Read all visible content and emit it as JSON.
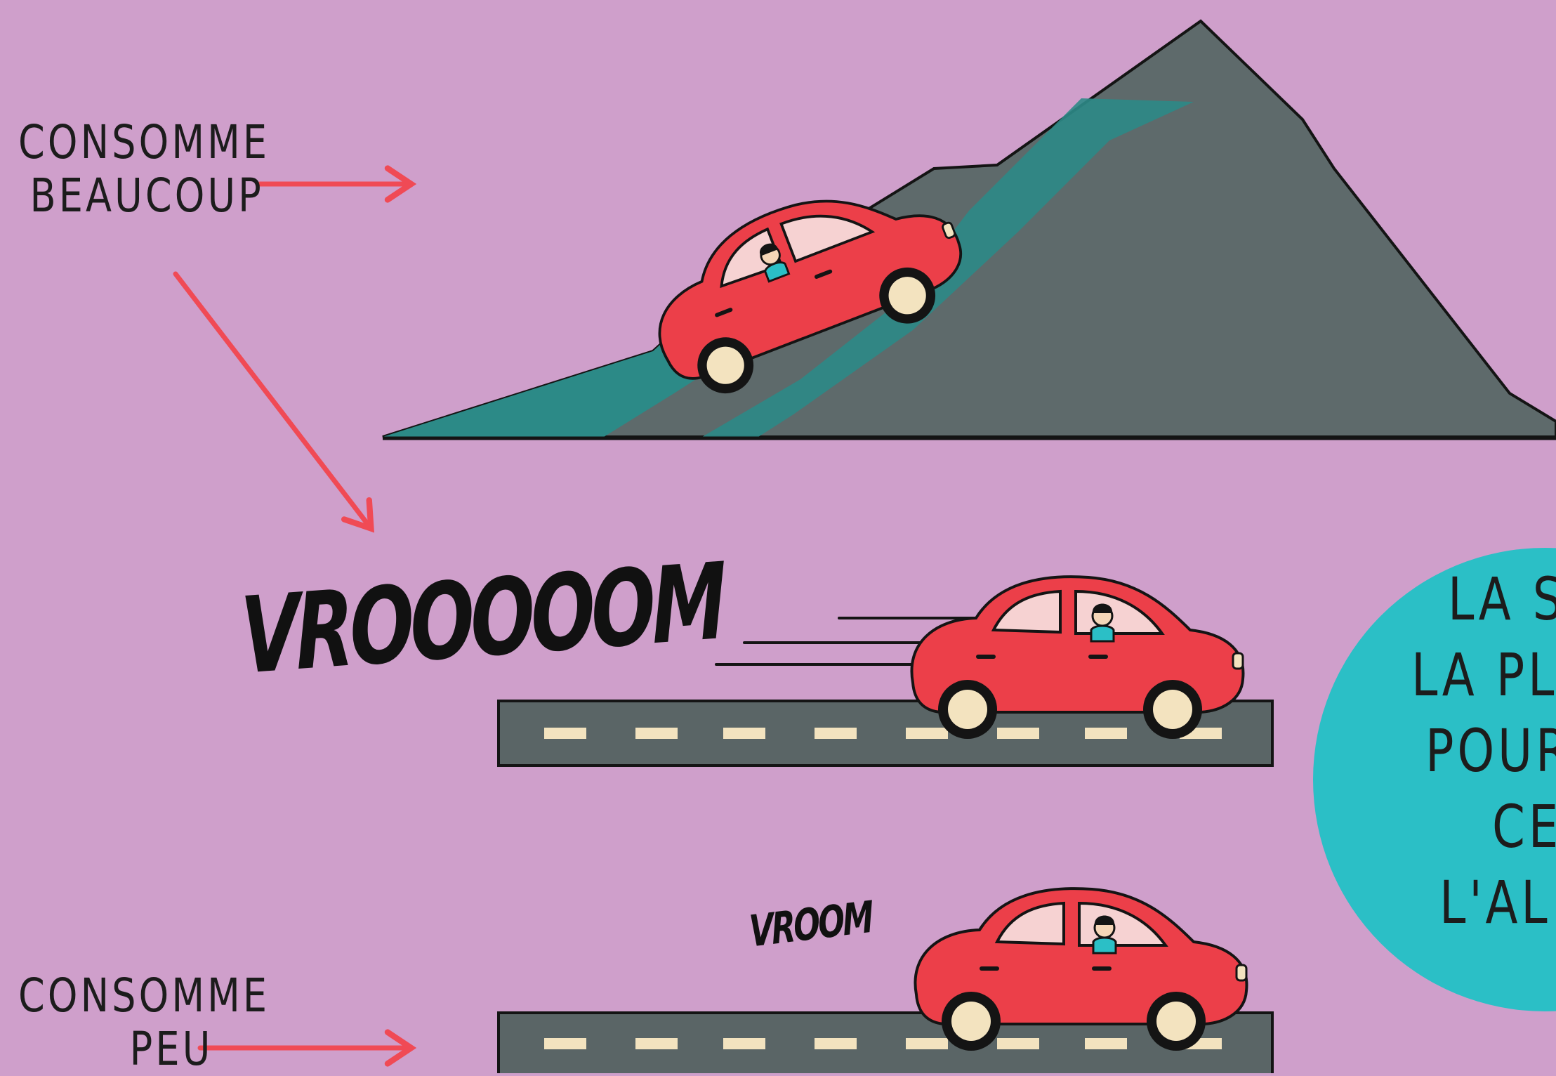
{
  "labels": {
    "top": [
      "CONSOMME",
      "BEAUCOUP"
    ],
    "bottom": [
      "CONSOMME",
      "PEU"
    ]
  },
  "sounds": {
    "big": "VROOOOOM",
    "small": "VROOM"
  },
  "bubble": {
    "lines": [
      "LA S",
      "LA PL",
      "POUR",
      "CE",
      "L'AL"
    ]
  },
  "colors": {
    "background": "#cf9fcb",
    "car": "#ec3f49",
    "arrow": "#f04a55",
    "mountain": "#5e6a6b",
    "mountain_accent": "#2c8a87",
    "road": "#5a6566",
    "road_marking": "#f3e3bf",
    "bubble": "#2bbfc6"
  },
  "icons": [
    "car-icon",
    "driver-icon",
    "arrow-icon",
    "mountain-icon",
    "road-icon",
    "speech-bubble-icon"
  ]
}
